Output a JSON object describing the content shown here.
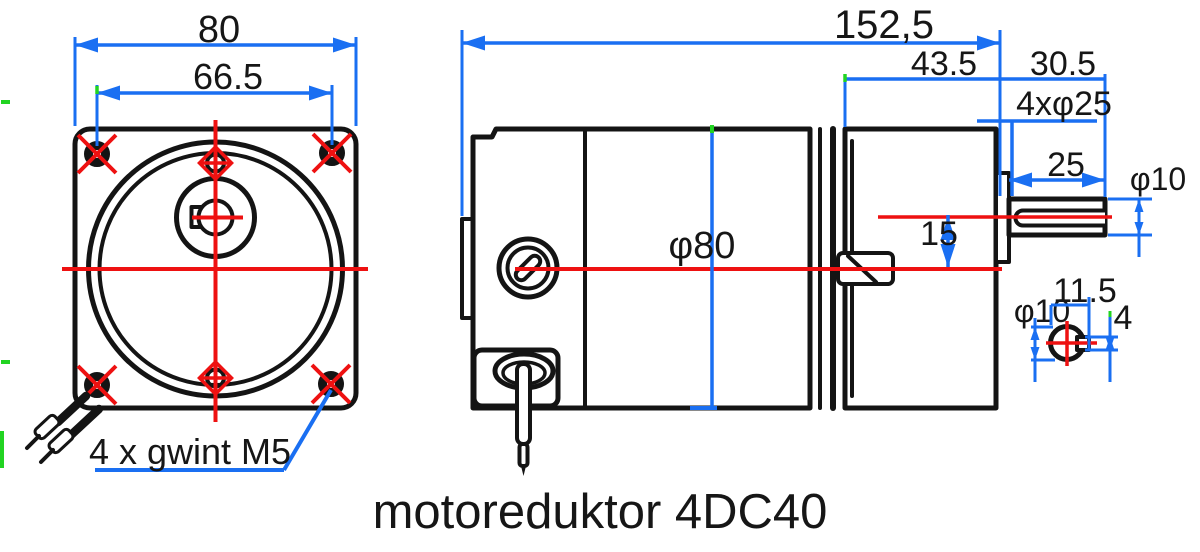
{
  "title": "motoreduktor 4DC40",
  "colors": {
    "dimension": "#1a6ff2",
    "centerline": "#ee1111",
    "highlight": "#22d422",
    "outline": "#141414"
  },
  "front_view": {
    "dim_flange_width": "80",
    "dim_hole_spacing": "66.5",
    "thread_note": "4 x gwint M5"
  },
  "side_view": {
    "dim_total_length": "152,5",
    "dim_gearbox_length": "43.5",
    "dim_front_section": "30.5",
    "holes_note": "4xφ25",
    "dim_shaft_length": "25",
    "dim_shaft_diameter": "φ10",
    "dim_shaft_offset": "15",
    "dim_body_diameter": "φ80"
  },
  "shaft_end_view": {
    "dim_key_span": "11.5",
    "dim_shaft_diameter": "φ10",
    "dim_key_depth": "4"
  }
}
